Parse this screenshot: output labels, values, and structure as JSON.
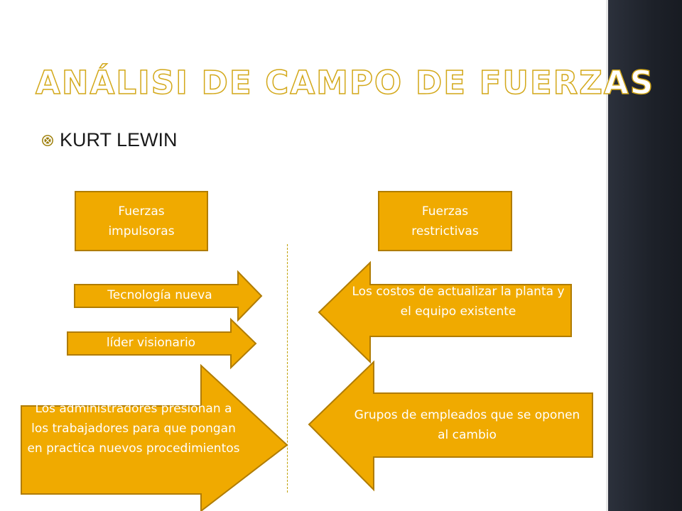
{
  "slide": {
    "title": "Análisi de campo de fuerzas",
    "bullet": "KURT LEWIN",
    "colors": {
      "box_fill": "#f0aa00",
      "box_border": "#b07c00",
      "text": "#ffffff",
      "sidebar": "#1d2129",
      "title_outline": "#d3a81a"
    }
  },
  "diagram": {
    "left_header": "Fuerzas impulsoras",
    "right_header": "Fuerzas restrictivas",
    "driving_forces": [
      {
        "label": "Tecnología nueva"
      },
      {
        "label": "líder visionario"
      },
      {
        "label": "Los administradores presionan a los trabajadores para que pongan en practica nuevos procedimientos"
      }
    ],
    "restraining_forces": [
      {
        "label": "Los costos de actualizar la planta y el equipo existente"
      },
      {
        "label": "Grupos de empleados que se oponen al cambio"
      }
    ]
  }
}
